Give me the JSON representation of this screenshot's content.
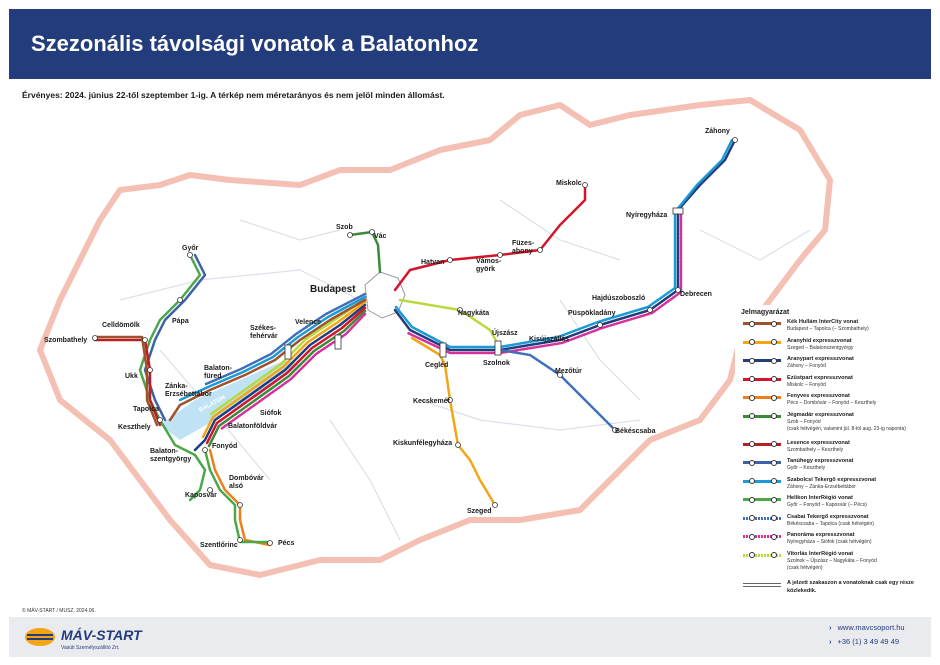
{
  "header": {
    "title": "Szezonális távolsági vonatok a Balatonhoz"
  },
  "subtitle": "Érvényes: 2024. június 22-től szeptember 1-ig. A térkép nem méretarányos és nem jelöl minden állomást.",
  "map_labels": {
    "budapest": "Budapest",
    "balaton": "BALATON",
    "zahony": "Záhony",
    "miskolc": "Miskolc",
    "nyiregyhaza": "Nyíregyháza",
    "debrecen": "Debrecen",
    "hajduszoboszlo": "Hajdúszoboszló",
    "puspokladany": "Püspökladány",
    "fuzesabony": "Füzes-\nabony",
    "vamosgyork": "Vámos-\ngyörk",
    "hatvan": "Hatvan",
    "szob": "Szob",
    "vac": "Vác",
    "gyor": "Győr",
    "papa": "Pápa",
    "celldomolk": "Celldömölk",
    "szombathely": "Szombathely",
    "ukk": "Ukk",
    "tapolca": "Tapolca",
    "keszthely": "Keszthely",
    "balatonszentgyorgy": "Balaton-\nszentgyörgy",
    "fonyod": "Fonyód",
    "kaposvar": "Kaposvár",
    "dombovar": "Dombóvár\nalsó",
    "szentlorinc": "Szentlőrinc",
    "pecs": "Pécs",
    "szekesfehervar": "Székes-\nfehérvár",
    "velence": "Velence",
    "balatonfured": "Balaton-\nfüred",
    "zanka": "Zánka-\nErzsébettábor",
    "siofok": "Siófok",
    "balatonfoldvar": "Balatonföldvár",
    "nagykata": "Nagykáta",
    "ujszasz": "Újszász",
    "szolnok": "Szolnok",
    "kisujszallas": "Kisújszállás",
    "cegled": "Cegléd",
    "kecskemet": "Kecskemét",
    "kiskunfelegyhaza": "Kiskunfélegyháza",
    "szeged": "Szeged",
    "mezotur": "Mezőtúr",
    "bekescsaba": "Békéscsaba"
  },
  "legend": {
    "heading": "Jelmagyarázat",
    "items": [
      {
        "name": "Kék Hullám InterCity vonat",
        "sub": "Budapest – Tapolca (– Szombathely)",
        "color": "#a0522d",
        "style": "solid"
      },
      {
        "name": "Aranyhíd expresszvonat",
        "sub": "Szeged – Balatonszentgyörgy",
        "color": "#f2a515",
        "style": "solid"
      },
      {
        "name": "Aranypart expresszvonat",
        "sub": "Záhony – Fonyód",
        "color": "#233c7c",
        "style": "solid"
      },
      {
        "name": "Ezüstpart expresszvonat",
        "sub": "Miskolc – Fonyód",
        "color": "#d3152b",
        "style": "solid"
      },
      {
        "name": "Fenyves expresszvonat",
        "sub": "Pécs – Dombóvár – Fonyód – Keszthely",
        "color": "#ee7d1a",
        "style": "solid"
      },
      {
        "name": "Jégmadár expresszvonat",
        "sub": "Szob – Fonyód",
        "sub2": "(csak hétvégén, valamint júl. 8-tól aug. 23-ig naponta)",
        "color": "#3a8a3a",
        "style": "solid"
      },
      {
        "name": "Lesence expresszvonat",
        "sub": "Szombathely – Keszthely",
        "color": "#b82025",
        "style": "solid"
      },
      {
        "name": "Tanúhegy expresszvonat",
        "sub": "Győr – Keszthely",
        "color": "#3f5fa8",
        "style": "solid"
      },
      {
        "name": "Szabolcsi Tekergő expresszvonat",
        "sub": "Záhony – Zánka-Erzsébettábor",
        "color": "#1a9ad6",
        "style": "solid"
      },
      {
        "name": "Helikon InterRégió vonat",
        "sub": "Győr – Fonyód – Kaposvár (– Pécs)",
        "color": "#4aa84a",
        "style": "solid"
      },
      {
        "name": "Csabai Tekergő expresszvonat",
        "sub": "Békéscsaba – Tapolca (csak hétvégén)",
        "color": "#3f6fb8",
        "style": "dotted"
      },
      {
        "name": "Panoráma expresszvonat",
        "sub": "Nyíregyháza – Siófok (csak hétvégén)",
        "color": "#d6309a",
        "style": "dotted"
      },
      {
        "name": "Vitorlás InterRégió vonat",
        "sub": "Szolnok – Újszász – Nagykáta – Fonyód",
        "sub2": "(csak hétvégén)",
        "color": "#b7d93a",
        "style": "dotted"
      }
    ],
    "note": "A jelzett szakaszon a vonatoknak csak egy része közlekedik."
  },
  "copyright": "© MÁV-START / MUSZ. 2024.06.",
  "footer": {
    "brand": "MÁV-START",
    "brand_sub": "Vasúti Személyszállító Zrt.",
    "website": "www.mavcsoport.hu",
    "phone": "+36 (1) 3 49 49 49"
  }
}
